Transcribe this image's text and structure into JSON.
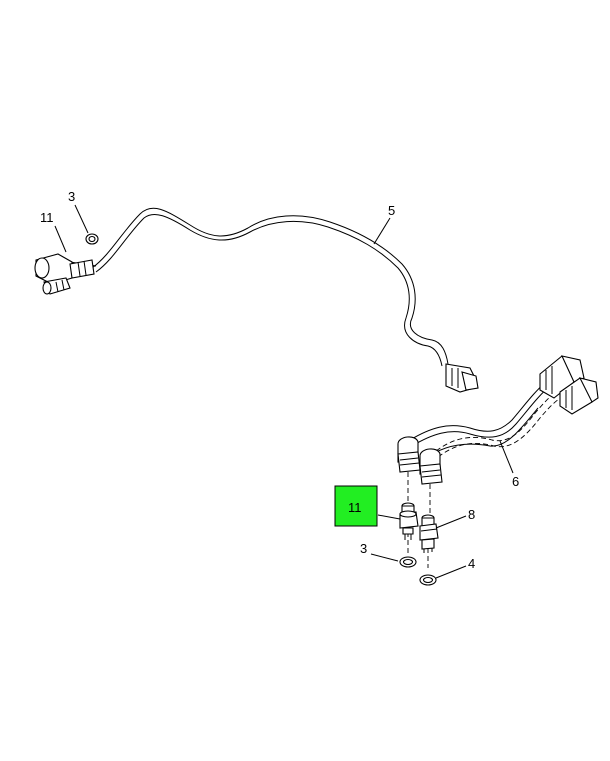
{
  "callouts": {
    "c11_top": "11",
    "c3_top": "3",
    "c5": "5",
    "c6": "6",
    "c11_highlight": "11",
    "c8": "8",
    "c3_bottom": "3",
    "c4": "4"
  },
  "colors": {
    "highlight": "#22ee22",
    "line": "#000000",
    "background": "#ffffff"
  }
}
